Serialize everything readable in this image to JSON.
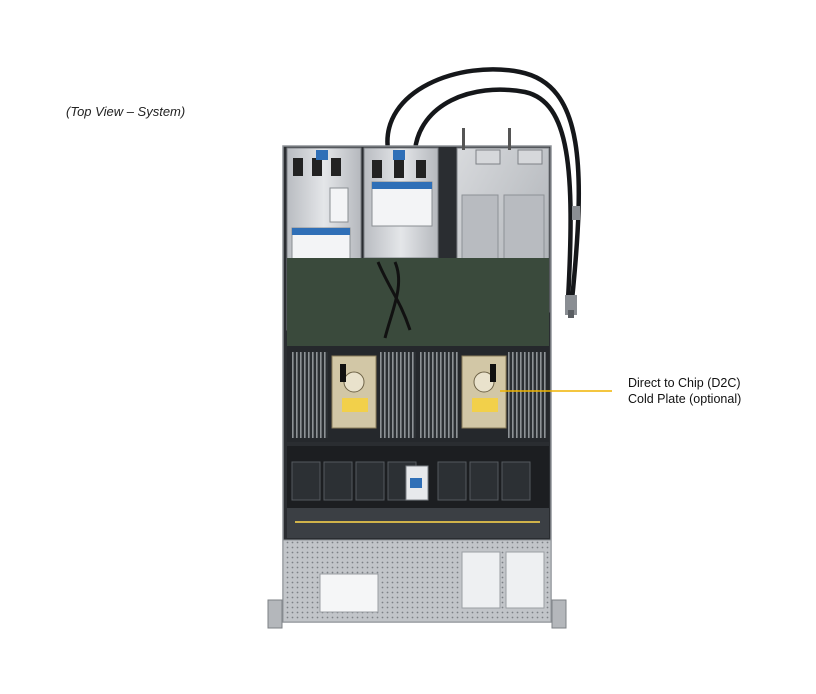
{
  "caption": "(Top View – System)",
  "callout": {
    "line1": "Direct to Chip (D2C)",
    "line2": "Cold Plate (optional)",
    "leader_color": "#f0b400"
  },
  "colors": {
    "chassis": "#c9ccd0",
    "dark": "#1b1d20",
    "riser_label": "#2f6fb7"
  }
}
